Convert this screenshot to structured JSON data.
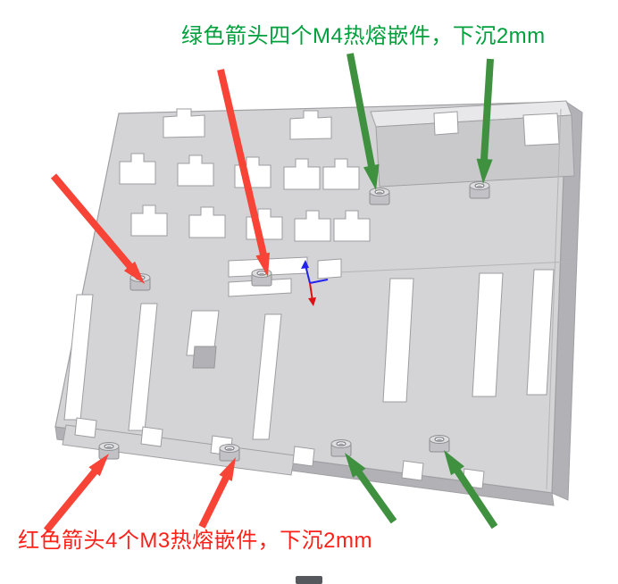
{
  "annotations": {
    "m4_label": "绿色箭头四个M4热熔嵌件，下沉2mm",
    "m3_label": "红色箭头4个M3热熔嵌件，下沉2mm"
  },
  "model": {
    "m4_insert_count": 4,
    "m3_insert_count": 4,
    "recess_depth": "2mm"
  },
  "colors": {
    "green_text": "#00a03c",
    "green_arrow": "#3f9140",
    "red_text": "#ff2018",
    "red_arrow": "#f84337",
    "axis_blue": "#2222ee",
    "axis_red": "#dd1111",
    "plate_face": "#d4d4d6",
    "plate_side": "#b2b2b6",
    "plate_top": "#e8e8ea",
    "block_face": "#c9c9cc",
    "hole_fill": "#ffffff",
    "edge_line": "#a0a0a4",
    "background": "#ffffff"
  }
}
